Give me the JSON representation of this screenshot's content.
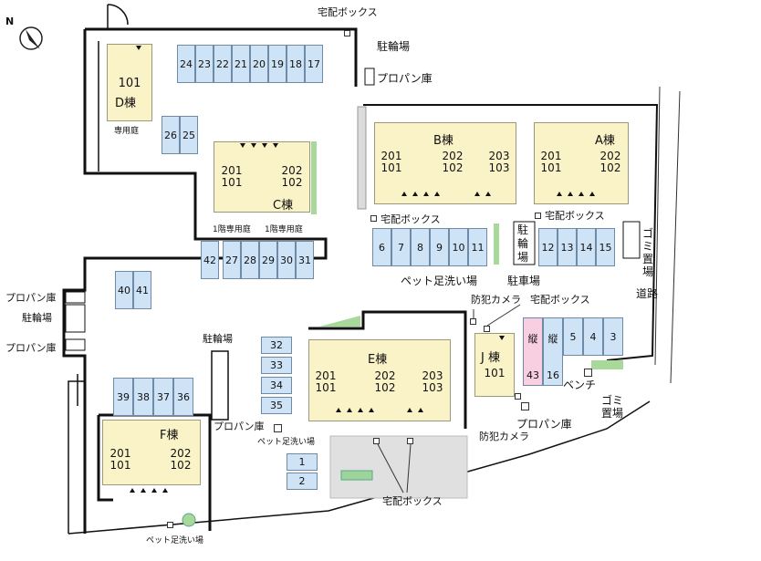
{
  "north_label": "N",
  "buildings": {
    "A": {
      "name": "A棟",
      "rooms_left": [
        "201",
        "101"
      ],
      "rooms_right": [
        "202",
        "102"
      ]
    },
    "B": {
      "name": "B棟",
      "rooms_left": [
        "201",
        "101"
      ],
      "rooms_right": [
        "202",
        "102"
      ],
      "rooms_right2": [
        "203",
        "103"
      ]
    },
    "C": {
      "name": "C棟",
      "rooms_left": [
        "201",
        "101"
      ],
      "rooms_right": [
        "202",
        "102"
      ]
    },
    "D": {
      "name": "D棟",
      "room": "101"
    },
    "E": {
      "name": "E棟",
      "rooms_left": [
        "201",
        "101"
      ],
      "rooms_right": [
        "202",
        "102"
      ],
      "rooms_right2": [
        "203",
        "103"
      ]
    },
    "F": {
      "name": "F棟",
      "rooms_left": [
        "201",
        "101"
      ],
      "rooms_right": [
        "202",
        "102"
      ]
    },
    "J": {
      "name": "J 棟",
      "room": "101"
    }
  },
  "parking": {
    "row_top": [
      "24",
      "23",
      "22",
      "21",
      "20",
      "19",
      "18",
      "17"
    ],
    "pair_26_25": [
      "26",
      "25"
    ],
    "row_42_31": [
      "42",
      "27",
      "28",
      "29",
      "30",
      "31"
    ],
    "pair_40_41": [
      "40",
      "41"
    ],
    "row_39_36": [
      "39",
      "38",
      "37",
      "36"
    ],
    "row_6_11": [
      "6",
      "7",
      "8",
      "9",
      "10",
      "11"
    ],
    "row_12_15": [
      "12",
      "13",
      "14",
      "15"
    ],
    "col_32_35": [
      "32",
      "33",
      "34",
      "35"
    ],
    "col_1_2": [
      "1",
      "2"
    ],
    "row_5_3": [
      "5",
      "4",
      "3"
    ],
    "tate_labels": [
      "縦",
      "縦"
    ],
    "tate_numbers": [
      "43",
      "16"
    ]
  },
  "labels": {
    "takuhai_top": "宅配ボックス",
    "churinjo_top": "駐輪場",
    "propane_top": "プロパン庫",
    "senyoutei_d": "専用庭",
    "senyoutei_c1": "1階専用庭",
    "senyoutei_c2": "1階専用庭",
    "takuhai_b": "宅配ボックス",
    "takuhai_a": "宅配ボックス",
    "gomi_a": "ゴミ置場",
    "churinjo_mid": "駐輪場",
    "pet_wash_mid": "ペット足洗い場",
    "parking_lot": "駐車場",
    "bouhan_top": "防犯カメラ",
    "takuhai_j": "宅配ボックス",
    "road": "道路",
    "propane_left1": "プロパン庫",
    "churinjo_left": "駐輪場",
    "propane_left2": "プロパン庫",
    "churinjo_e": "駐輪場",
    "bench": "ベンチ",
    "gomi_j": "ゴミ置場",
    "propane_e": "プロパン庫",
    "pet_wash_e": "ペット足洗い場",
    "propane_j": "プロパン庫",
    "bouhan_bottom": "防犯カメラ",
    "takuhai_bottom": "宅配ボックス",
    "pet_wash_f": "ペット足洗い場"
  }
}
